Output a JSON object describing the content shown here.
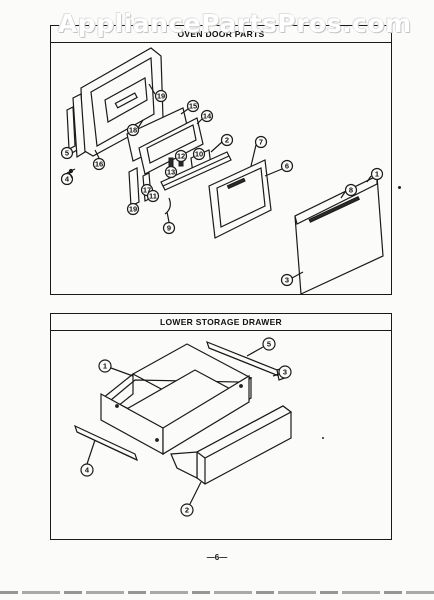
{
  "watermark": "AppliancePartsPros.com",
  "sections": {
    "oven_door": {
      "title": "OVEN DOOR PARTS",
      "callouts": [
        "1",
        "2",
        "3",
        "4",
        "5",
        "6",
        "7",
        "8",
        "9",
        "10",
        "11",
        "12",
        "13",
        "14",
        "15",
        "16",
        "17",
        "18",
        "19"
      ]
    },
    "storage_drawer": {
      "title": "LOWER STORAGE DRAWER",
      "callouts": [
        "1",
        "2",
        "3",
        "4",
        "5"
      ]
    }
  },
  "page_number": "—6—",
  "colors": {
    "ink": "#1a1a1a",
    "paper": "#fbfbf9"
  }
}
